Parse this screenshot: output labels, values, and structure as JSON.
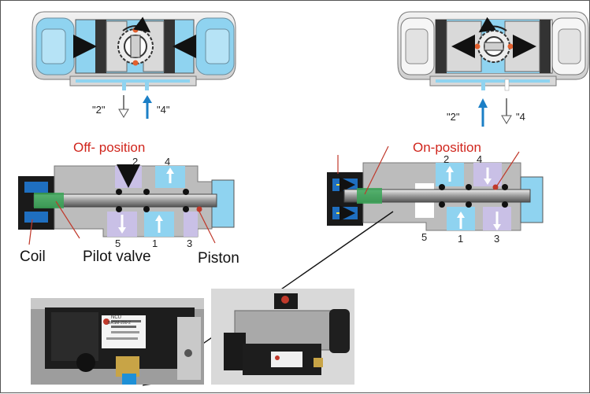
{
  "off_panel": {
    "title": "Off- position",
    "port_2": "\"2\"",
    "port_4": "\"4\"",
    "valve_ports": {
      "p2": "2",
      "p4": "4",
      "p5": "5",
      "p1": "1",
      "p3": "3"
    }
  },
  "on_panel": {
    "title": "On-position",
    "port_2": "\"2\"",
    "port_4": "\"4",
    "valve_ports": {
      "p2": "2",
      "p4": "4",
      "p5": "5",
      "p1": "1",
      "p3": "3"
    }
  },
  "callouts": {
    "coil": "Coil",
    "pilot_valve": "Pilot valve",
    "piston": "Piston"
  },
  "photos": {
    "left_label_line1": "NCU",
    "left_label_line2": "BRSM-200-2"
  },
  "colors": {
    "air_blue": "#8fd3f0",
    "exhaust_lilac": "#c9c0e6",
    "body_grey": "#bfbfbf",
    "title_red": "#d0251c",
    "arrow_blue": "#1b7fc6"
  }
}
